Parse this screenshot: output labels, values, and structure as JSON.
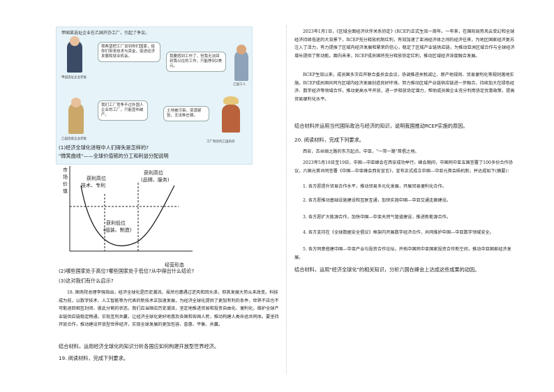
{
  "comic": {
    "caption": "甲国某选址企业在乙国开办工厂，引起了争议。",
    "bubbles": [
      "我希望把工厂设到你们国家，给你们带来技术与资金，促进经济发展和就业机会。",
      "我要感到工作了，但我无法回到我以往的工作，只能挣到2美元。",
      "我们工厂竞争不过外国人企业的工厂，只能宣布破产。",
      "土地被污染，资源紧张，无法种庄稼。"
    ],
    "labels": [
      "甲国选址企业老板",
      "乙国工人",
      "乙国造纸企业老板",
      "工厂附近的乙国农民"
    ]
  },
  "left": {
    "q1": "(1)经济全球化进程中人们得失是怎样的?",
    "chart_title": "\"微笑曲线\"——全球价值链的分工和利益分配说明",
    "q2": "(2)哪些国家处于高位?哪些国家处于低位?从中得出什么结论?",
    "q3": "(3)这对我们有什么启示?",
    "q18": "18. 国务院总理李强指出，经济全球化是历史潮流，虽然也遭遇过逆风和回头浪，但其发展大势从未改变。科技成为前，以数字技术、人工智能等为代表的新技术正加速发展，为经济全球化提供了更加有利的条件，世界不应也不可能退回相互封闭、彼此分割的状态。我们应当顺应历史潮流，坚定地推进贸易和投资自由化、便利化，维护全球产业链供应链稳定畅通，实现互利共赢，让经济全球化更好地惠及各国和各国人民，推动构建人类命运共同体。要坚持开放合作，推动建设开放型世界经济，实现全球发展的更加包容、普惠、平衡、共赢。",
    "task18": "结合材料，运用经济全球化的知识分析各国应如何构建开放型世界经济。",
    "q19": "19. 阅读材料，完成下列要求。"
  },
  "chart_data": {
    "type": "line",
    "ylabel": "市场价值",
    "xlabel": "经营形态",
    "annotations": [
      "获利高位 技术、专利",
      "获利高位（品牌、服务）",
      "获利低位（组装、制造）"
    ]
  },
  "right": {
    "p1": "2023年1月1日，《区域全面经济伙伴关系协定》(RCEP)正式生效一周年。一年来，在国际局势风云变幻和全球经济持续低迷的大背景下，RCEP充分释放机制红利，有效加速了亚洲经济体之间的经济往来，为地区国家经济复苏注入了活力，有力提振了区域内经济发展和繁荣的信心，稳定了区域产业链供应链，为推动亚洲区域合作与全球经济增长提供了新动能。面向未来，RCEP成员国将充分释放协定红利，推动区域经济深度融合发展。",
    "p2": "RCEP生效以来，成员国多次召开联合委员会会议，协调推进关税减让、原产地规则、贸易便利化等规则落地实施。RCEP成员国共同为区域内经济发展创造良好环境，努力推动区域产业链供应链进一步融合，持续加大在绿色经济、数字经济等领域合作，推动更高水平开放，进一步释放协定潜力，帮助成员国企业充分利用协定优惠政策，提高贸易便利化水平。",
    "task1": "结合材料并运用当代国际政治与经济的知识，说明我国推动RCEP实施的原因。",
    "q20": "20. 阅读材料，完成下列要求。",
    "p3": "西安，古丝绸之路的东方起点。中亚，\"一带一路\"首倡之地。",
    "p4": "2023年5月18日至19日，中国—中亚峰会在西安成功举行。峰会期间，中国同中亚五国签署了100多份合作协议，六国元首共同签署《中国—中亚峰会西安宣言》，宣布正式成立中国—中亚元首会晤机制，并达成如下(摘要)：",
    "items": [
      "1. 各方愿提升贸易合作水平，推动贸易多元化发展，开展贸易便利化合作。",
      "2. 各方愿推动基础设施建设和互联互通，加快实施中国—中亚交通走廊建设。",
      "3. 各方愿扩大能源合作，加快中国—中亚天然气管道建设，推进新能源合作。",
      "4. 各方支持在《全球数据安全倡议》框架内开展数字经济合作，共同维护中国—中亚数字领域安全。",
      "5. 各方同意搭建中国—中亚产业与投资合作论坛，开拓中国同中亚国家投资合作新空间，推动中亚国家经济发展。"
    ],
    "task2": "结合材料，运用\"经济全球化\"的相关知识，分析六国在峰会上达成这些成果的动因。"
  }
}
